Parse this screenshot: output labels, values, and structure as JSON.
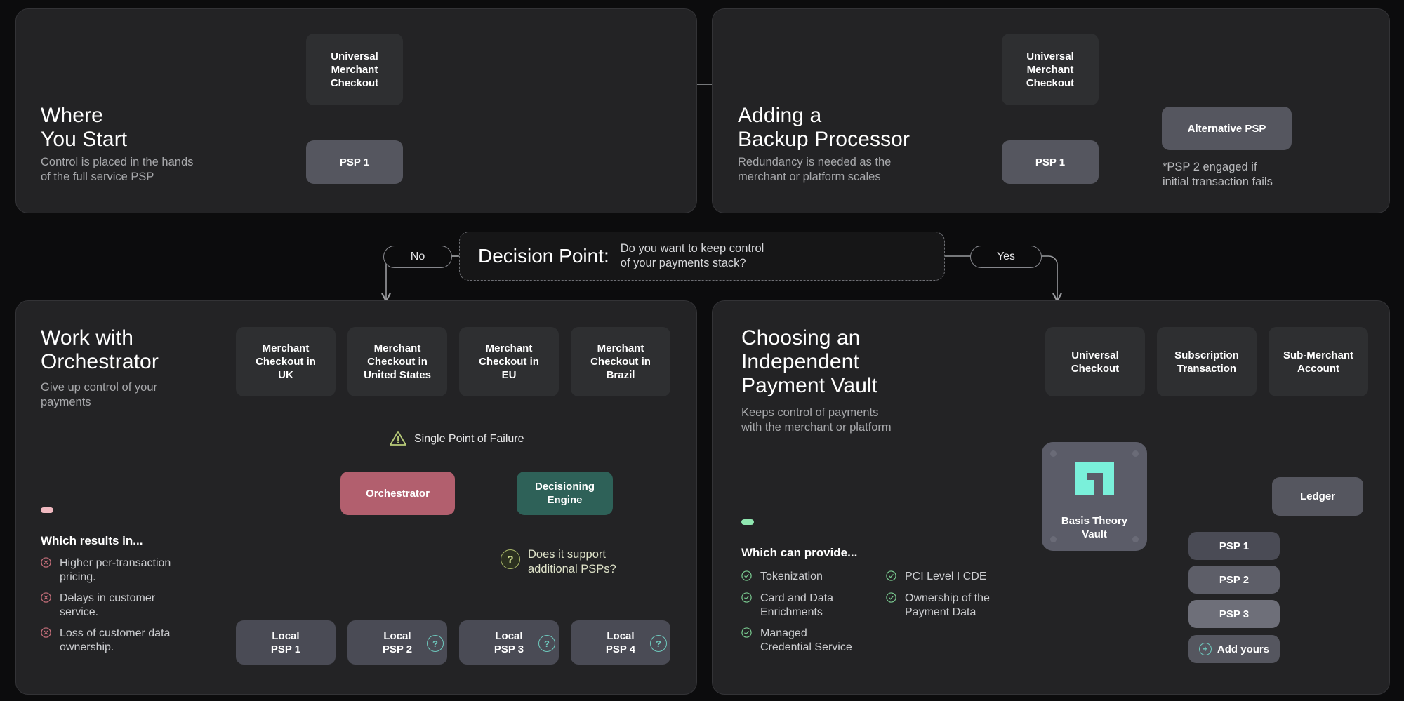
{
  "theme": {
    "bg": "#0c0c0d",
    "panel": "#232325",
    "accent_mint": "#7af0da",
    "rose": "#b25f6e",
    "teal": "#2e6158",
    "olive": "#a8b868"
  },
  "panels": {
    "where_you_start": {
      "title": "Where\nYou Start",
      "subtitle": "Control is placed in the hands\nof the full service PSP",
      "nodes": [
        {
          "id": "umc",
          "label": "Universal\nMerchant\nCheckout"
        },
        {
          "id": "psp1",
          "label": "PSP 1"
        }
      ]
    },
    "backup_processor": {
      "title": "Adding a\nBackup Processor",
      "subtitle": "Redundancy is needed as the\nmerchant or platform scales",
      "nodes": [
        {
          "id": "umc",
          "label": "Universal\nMerchant\nCheckout"
        },
        {
          "id": "psp1",
          "label": "PSP 1"
        },
        {
          "id": "altpsp",
          "label": "Alternative PSP"
        }
      ],
      "footnote": "*PSP 2 engaged if\ninitial transaction fails"
    },
    "orchestrator": {
      "title": "Work with\nOrchestrator",
      "subtitle": "Give up control of your\npayments",
      "checkouts": [
        "Merchant\nCheckout in\nUK",
        "Merchant\nCheckout in\nUnited States",
        "Merchant\nCheckout in\nEU",
        "Merchant\nCheckout in\nBrazil"
      ],
      "warning_label": "Single Point of Failure",
      "warning_icon": "warning-triangle-icon",
      "orchestrator_label": "Orchestrator",
      "decisioning_label": "Decisioning\nEngine",
      "question_label": "Does it support\nadditional PSPs?",
      "question_icon": "question-circle-icon",
      "local_psps": [
        {
          "label": "Local\nPSP 1",
          "badge": false
        },
        {
          "label": "Local\nPSP 2",
          "badge": true
        },
        {
          "label": "Local\nPSP 3",
          "badge": true
        },
        {
          "label": "Local\nPSP 4",
          "badge": true
        }
      ],
      "results_head": "Which results in...",
      "results": [
        "Higher per-transaction\npricing.",
        "Delays in customer\nservice.",
        "Loss of customer data\nownership."
      ],
      "result_icon": "x-circle-icon",
      "marker_color": "#f0b9c0"
    },
    "vault": {
      "title": "Choosing an\nIndependent\nPayment Vault",
      "subtitle": "Keeps control of payments\nwith the merchant or platform",
      "sources": [
        "Universal\nCheckout",
        "Subscription\nTransaction",
        "Sub-Merchant\nAccount"
      ],
      "vault_label": "Basis Theory\nVault",
      "vault_icon": "basis-theory-logo-icon",
      "ledger_label": "Ledger",
      "psps": [
        "PSP 1",
        "PSP 2",
        "PSP 3"
      ],
      "add_yours_label": "Add yours",
      "add_yours_icon": "plus-circle-icon",
      "provide_head": "Which can provide...",
      "provides": [
        "Tokenization",
        "Card and Data\nEnrichments",
        "Managed\nCredential Service",
        "PCI Level I CDE",
        "Ownership of the\nPayment Data"
      ],
      "provide_icon": "check-circle-icon",
      "marker_color": "#8fe6b0"
    }
  },
  "decision": {
    "title": "Decision Point:",
    "question": "Do you want to keep control\nof your payments stack?",
    "no_label": "No",
    "yes_label": "Yes"
  }
}
